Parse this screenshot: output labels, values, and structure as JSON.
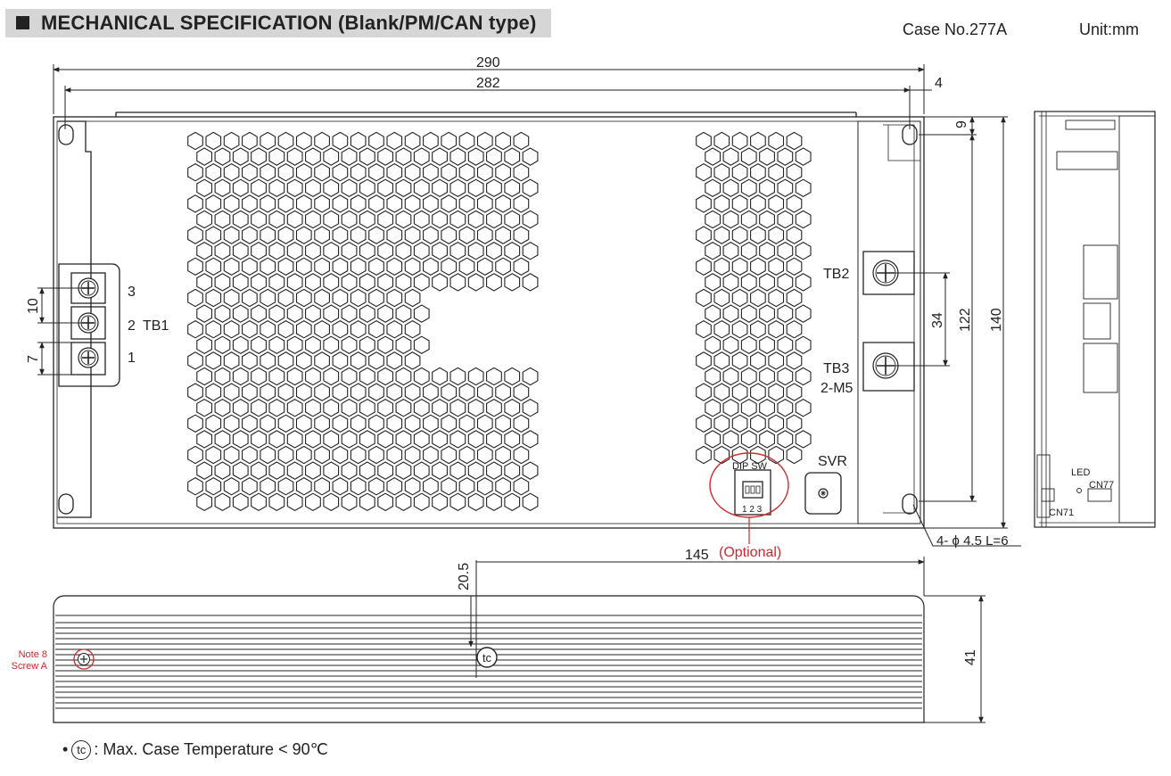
{
  "title": "MECHANICAL SPECIFICATION (Blank/PM/CAN type)",
  "case_no": "Case No.277A",
  "unit": "Unit:mm",
  "dimensions": {
    "overall_length": "290",
    "hole_spacing": "282",
    "edge_offset": "4",
    "top_offset": "9",
    "tb_spacing": "34",
    "hole_vertical": "122",
    "overall_width": "140",
    "pitch_10": "10",
    "pitch_7": "7",
    "tc_position": "145",
    "tc_height": "20.5",
    "overall_height": "41"
  },
  "tb1": {
    "label": "TB1",
    "pin3": "3",
    "pin2": "2",
    "pin1": "1"
  },
  "tb2_label": "TB2",
  "tb3_label": "TB3",
  "tb_screw": "2-M5",
  "dip": {
    "label": "DIP SW",
    "pins": "1 2 3",
    "note": "(Optional)"
  },
  "svr_label": "SVR",
  "mount_holes": "4- ϕ 4.5  L=6",
  "side": {
    "led": "LED",
    "cn77": "CN77",
    "cn71": "CN71"
  },
  "note8": {
    "line1": "Note 8",
    "line2": "Screw A"
  },
  "tc_mark": "tc",
  "footnote_text": ": Max. Case Temperature < 90℃",
  "colors": {
    "line": "#222222",
    "accent_red": "#d0282d",
    "title_bg": "#d6d6d6"
  }
}
